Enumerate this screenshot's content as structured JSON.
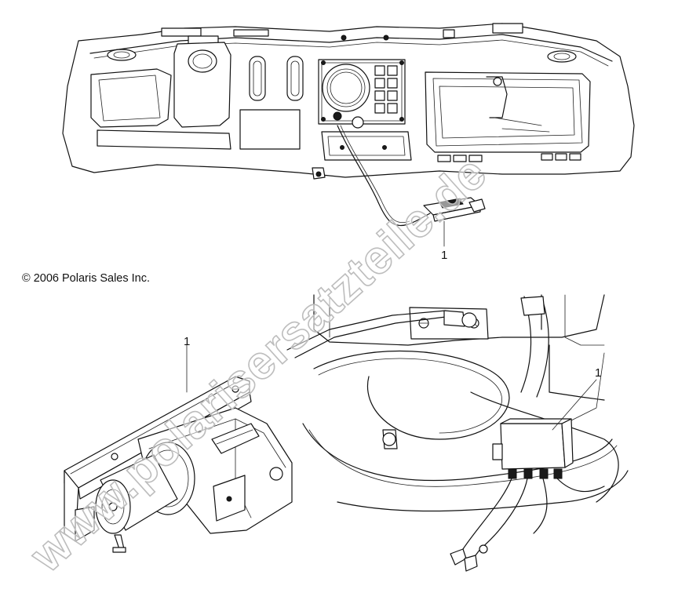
{
  "copyright": "© 2006 Polaris Sales Inc.",
  "watermark": "www.polarisersatzteile.de",
  "callouts": {
    "dash_switch": "1",
    "winch_bracket": "1",
    "relay": "1"
  },
  "views": [
    {
      "name": "dashboard-assembly-view"
    },
    {
      "name": "winch-switch-mount-view"
    },
    {
      "name": "winch-relay-wiring-view"
    }
  ]
}
